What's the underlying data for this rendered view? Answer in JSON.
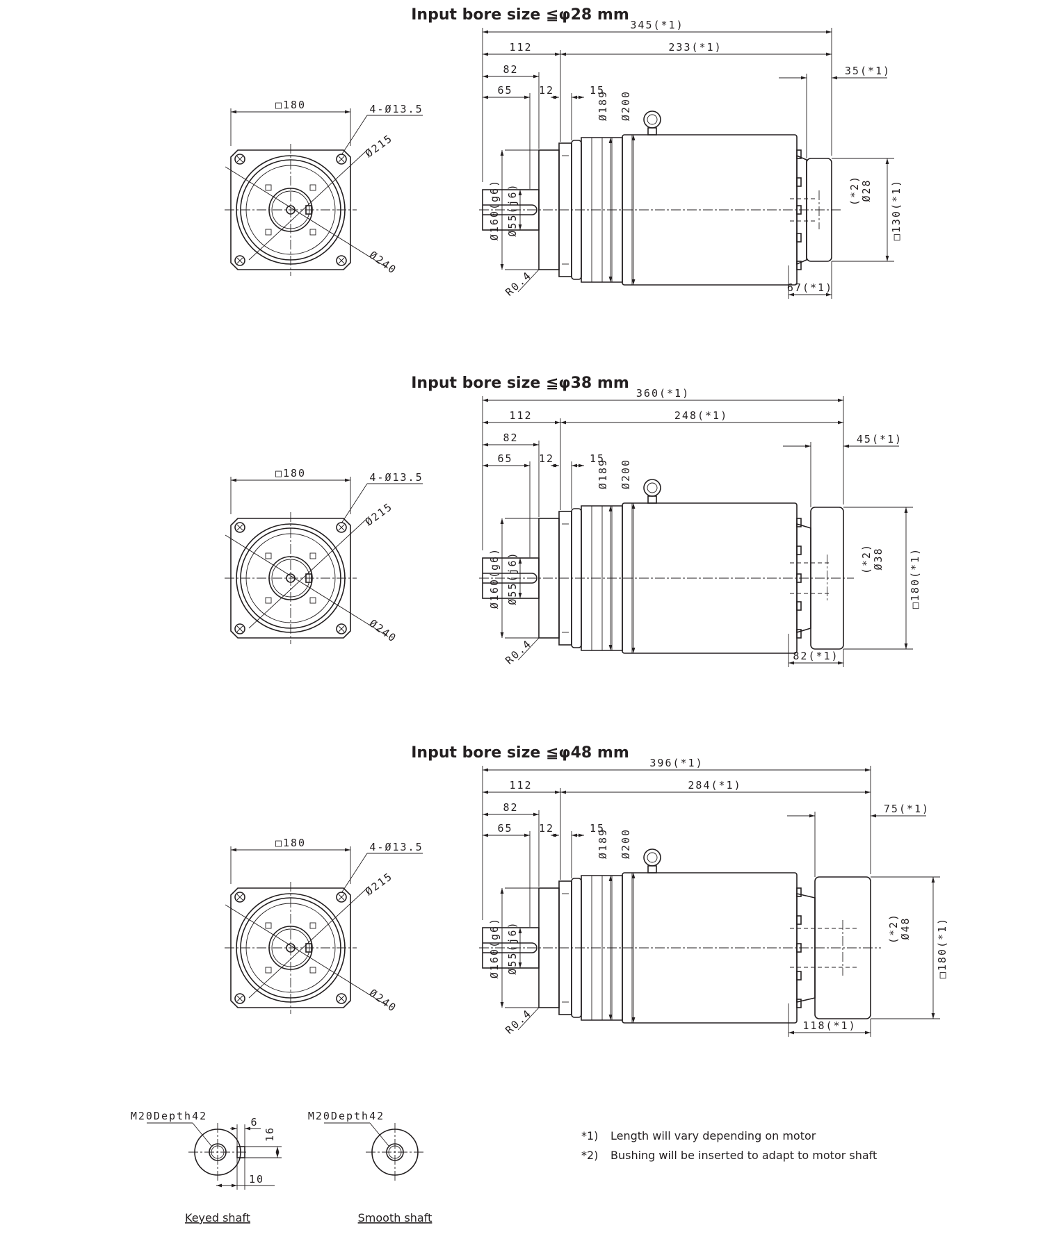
{
  "variants": [
    {
      "title": "Input bore size  ≦φ28 mm",
      "front": {
        "square": "□180",
        "holes": "4-Ø13.5",
        "pcd": "Ø215",
        "outer": "Ø240"
      },
      "side": {
        "overall": "345(*1)",
        "flange_to_shaft": "112",
        "body": "233(*1)",
        "shaft_82": "82",
        "shaft_65": "65",
        "gap_12": "12",
        "gap_15": "15",
        "dia_189": "Ø189",
        "dia_200": "Ø200",
        "pilot": "Ø160(g6)",
        "shaft_dia": "Ø55(j6)",
        "radius": "R0.4",
        "adapter_len": "35(*1)",
        "motor_len": "67(*1)",
        "bore": "(*2)\nØ28",
        "motor_square": "□130(*1)"
      }
    },
    {
      "title": "Input bore size  ≦φ38 mm",
      "front": {
        "square": "□180",
        "holes": "4-Ø13.5",
        "pcd": "Ø215",
        "outer": "Ø240"
      },
      "side": {
        "overall": "360(*1)",
        "flange_to_shaft": "112",
        "body": "248(*1)",
        "shaft_82": "82",
        "shaft_65": "65",
        "gap_12": "12",
        "gap_15": "15",
        "dia_189": "Ø189",
        "dia_200": "Ø200",
        "pilot": "Ø160(g6)",
        "shaft_dia": "Ø55(j6)",
        "radius": "R0.4",
        "adapter_len": "45(*1)",
        "motor_len": "82(*1)",
        "bore": "(*2)\nØ38",
        "motor_square": "□180(*1)"
      }
    },
    {
      "title": "Input bore size  ≦φ48 mm",
      "front": {
        "square": "□180",
        "holes": "4-Ø13.5",
        "pcd": "Ø215",
        "outer": "Ø240"
      },
      "side": {
        "overall": "396(*1)",
        "flange_to_shaft": "112",
        "body": "284(*1)",
        "shaft_82": "82",
        "shaft_65": "65",
        "gap_12": "12",
        "gap_15": "15",
        "dia_189": "Ø189",
        "dia_200": "Ø200",
        "pilot": "Ø160(g6)",
        "shaft_dia": "Ø55(j6)",
        "radius": "R0.4",
        "adapter_len": "75(*1)",
        "motor_len": "118(*1)",
        "bore": "(*2)\nØ48",
        "motor_square": "□180(*1)"
      }
    }
  ],
  "shafts": {
    "keyed": {
      "thread": "M20Depth42",
      "key_width": "6",
      "key_height": "16",
      "key_depth": "10",
      "label": "Keyed shaft"
    },
    "smooth": {
      "thread": "M20Depth42",
      "label": "Smooth shaft"
    }
  },
  "notes": [
    {
      "mark": "*1)",
      "text": "Length will vary depending on motor"
    },
    {
      "mark": "*2)",
      "text": "Bushing will be inserted to adapt to motor shaft"
    }
  ]
}
